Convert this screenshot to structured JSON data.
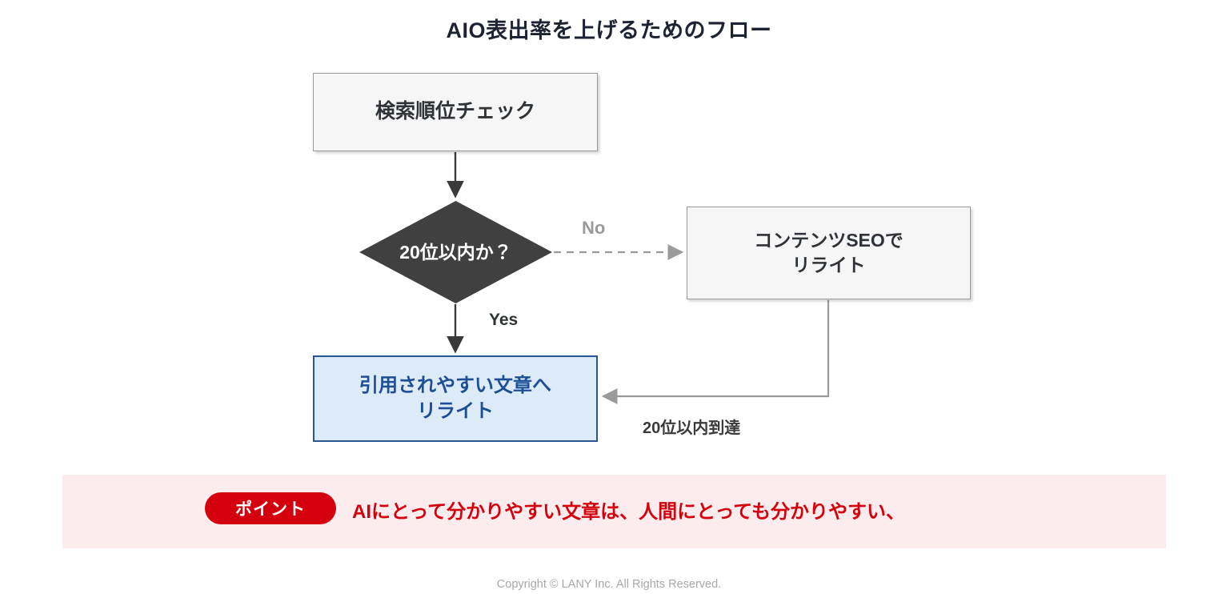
{
  "slide": {
    "title": "AIO表出率を上げるためのフロー"
  },
  "flow": {
    "nodes": [
      {
        "id": "rank-check",
        "label": "検索順位チェック",
        "shape": "process",
        "fill": "#f6f6f6",
        "stroke": "#9b9b9b",
        "text_color": "#2f3337"
      },
      {
        "id": "decision-top20",
        "label": "20位以内か？",
        "shape": "diamond",
        "fill": "#404040",
        "text_color": "#ffffff"
      },
      {
        "id": "seo-rewrite",
        "label_line1": "コンテンツSEOで",
        "label_line2": "リライト",
        "shape": "process",
        "fill": "#f6f6f6",
        "stroke": "#9b9b9b",
        "text_color": "#2f3337"
      },
      {
        "id": "quote-rewrite",
        "label_line1": "引用されやすい文章へ",
        "label_line2": "リライト",
        "shape": "process",
        "fill": "#ddeaf7",
        "stroke": "#2b5493",
        "text_color": "#1d4e96"
      }
    ],
    "edges": [
      {
        "from": "rank-check",
        "to": "decision-top20",
        "label": "",
        "style": "solid",
        "color": "#3a3a3a"
      },
      {
        "from": "decision-top20",
        "to": "seo-rewrite",
        "label": "No",
        "style": "dashed",
        "color": "#9a9a9a"
      },
      {
        "from": "decision-top20",
        "to": "quote-rewrite",
        "label": "Yes",
        "style": "solid",
        "color": "#3a3a3a"
      },
      {
        "from": "seo-rewrite",
        "to": "quote-rewrite",
        "label": "20位以内到達",
        "style": "solid",
        "color": "#9a9a9a"
      }
    ]
  },
  "banner": {
    "badge_label": "ポイント",
    "message": "AIにとって分かりやすい文章は、人間にとっても分かりやすい、",
    "background": "#fdeced",
    "accent": "#d4000d"
  },
  "footer": {
    "copyright": "Copyright © LANY Inc. All Rights Reserved."
  }
}
